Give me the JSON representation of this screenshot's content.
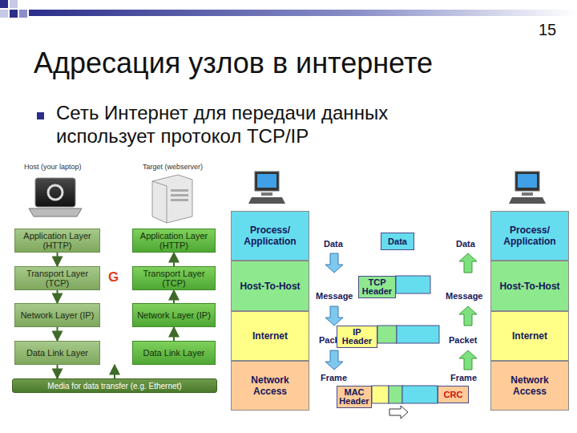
{
  "diagram": {
    "title": "Адресация узлов в интернете",
    "nodes": [
      {
        "text": [
          "Application Layer (HTTP)"
        ]
      },
      {
        "text": [
          "Transport Layer (TCP)"
        ]
      },
      {
        "text": [
          "Network Layer (IP)"
        ]
      },
      {
        "text": [
          "Data Link Layer"
        ]
      },
      {
        "text": [
          "Application Layer (HTTP)"
        ]
      },
      {
        "text": [
          "Transport Layer (TCP)"
        ]
      },
      {
        "text": [
          "Network Layer (IP)"
        ]
      },
      {
        "text": [
          "Data Link Layer"
        ]
      },
      {
        "text": [
          "Media for data transfer (e.g. Ethernet)"
        ]
      },
      {
        "text": [
          "Process/ Application"
        ]
      },
      {
        "text": [
          "Host-To-Host"
        ]
      },
      {
        "text": [
          "Internet"
        ]
      },
      {
        "text": [
          "Network Access"
        ]
      },
      {
        "text": [
          "Process/ Application"
        ]
      },
      {
        "text": [
          "Host-To-Host"
        ]
      },
      {
        "text": [
          "Internet"
        ]
      },
      {
        "text": [
          "Network Access"
        ]
      },
      {
        "text": [
          "Data"
        ]
      },
      {
        "text": [
          "TCP Header"
        ]
      },
      {
        "text": [
          "IP Header"
        ]
      },
      {
        "text": [
          "MAC Header"
        ]
      },
      {
        "text": [
          "CRC"
        ]
      }
    ],
    "edges": [
      {
        "from": 0,
        "to": 1,
        "arrow": "to"
      },
      {
        "from": 1,
        "to": 2,
        "arrow": "to"
      },
      {
        "from": 2,
        "to": 3,
        "arrow": "to"
      },
      {
        "from": 3,
        "to": 8,
        "arrow": "to"
      },
      {
        "from": 8,
        "to": 7,
        "arrow": "to"
      },
      {
        "from": 7,
        "to": 6,
        "arrow": "to"
      },
      {
        "from": 6,
        "to": 5,
        "arrow": "to"
      },
      {
        "from": 5,
        "to": 4,
        "arrow": "to"
      }
    ],
    "labels": [
      "15",
      "Сеть Интернет для передачи данных использует протокол TCP/IP",
      "Host (your laptop)",
      "Target (webserver)",
      "G",
      "Data",
      "Message",
      "Packet",
      "Frame",
      "Data",
      "Message",
      "Packet",
      "Frame"
    ]
  }
}
